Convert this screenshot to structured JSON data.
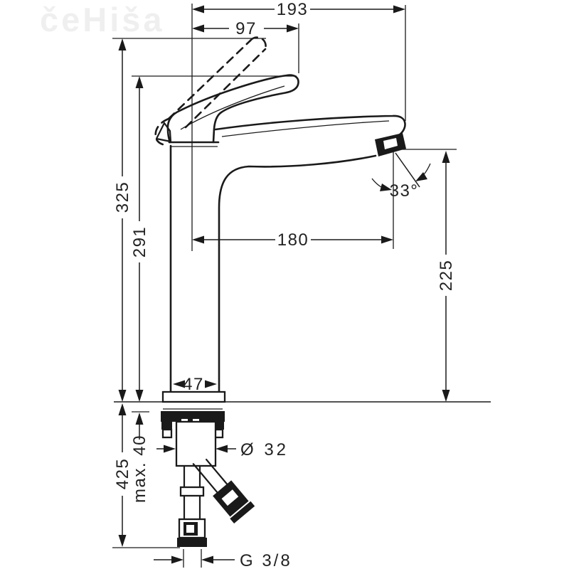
{
  "watermark": {
    "text": "čeHiša"
  },
  "dims": {
    "total_width": "193",
    "handle_reach": "97",
    "total_height": "325",
    "spout_top_height": "291",
    "spout_reach": "180",
    "spray_angle": "33°",
    "outlet_height": "225",
    "body_width": "47",
    "max_deck": "max. 40",
    "hose_length": "425",
    "shank_diameter": "Ø 32",
    "connection_thread": "G 3/8"
  },
  "colors": {
    "line": "#1a1a1a",
    "background": "#ffffff"
  }
}
